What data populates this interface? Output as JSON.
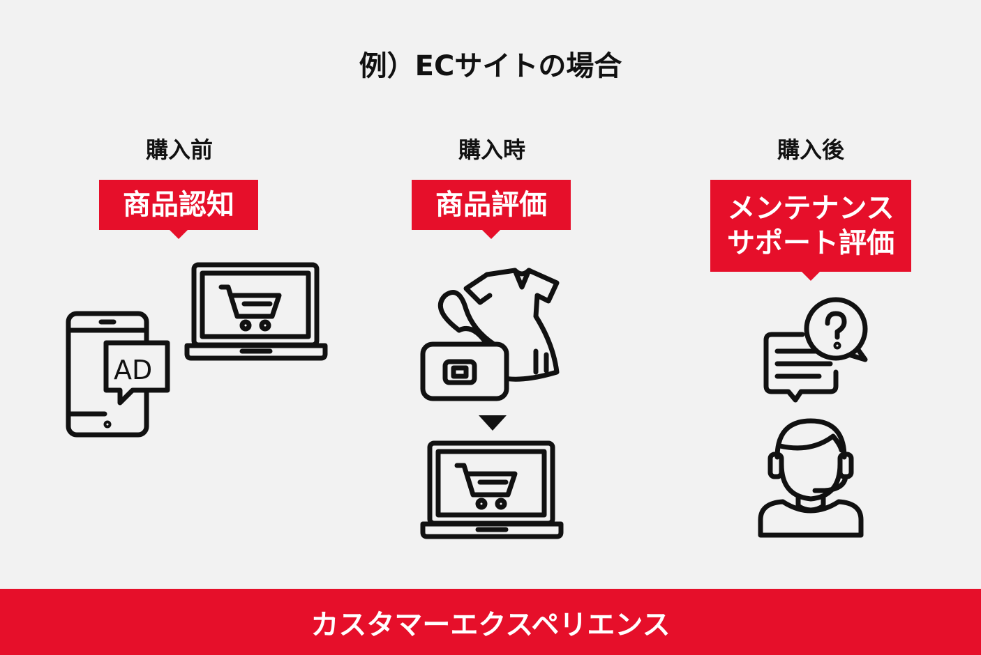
{
  "title": "例）ECサイトの場合",
  "columns": [
    {
      "phase": "購入前",
      "label": "商品認知",
      "icons": [
        "smartphone-ad-icon",
        "laptop-cart-icon"
      ],
      "ad_text": "AD"
    },
    {
      "phase": "購入時",
      "label": "商品評価",
      "icons": [
        "dress-bag-icon",
        "arrow-down-icon",
        "laptop-cart-icon"
      ]
    },
    {
      "phase": "購入後",
      "label_line1": "メンテナンス",
      "label_line2": "サポート評価",
      "icons": [
        "chat-question-icon",
        "support-agent-icon"
      ]
    }
  ],
  "footer": "カスタマーエクスペリエンス",
  "colors": {
    "accent": "#e60f2a",
    "background": "#f2f2f2"
  }
}
